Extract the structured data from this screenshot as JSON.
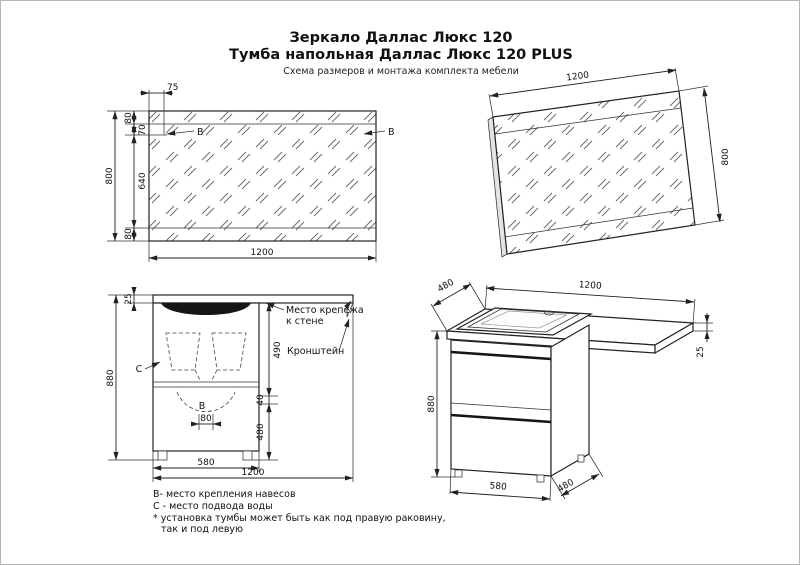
{
  "title": {
    "line1": "Зеркало Даллас Люкс 120",
    "line2": "Тумба напольная Даллас Люкс 120 PLUS",
    "subtitle": "Схема размеров и монтажа комплекта мебели"
  },
  "mirror_front": {
    "dim_offset_x": "75",
    "dim_strip_top": "80",
    "dim_hook_y": "70",
    "dim_mid": "640",
    "dim_strip_bottom": "80",
    "dim_height": "800",
    "dim_width": "1200",
    "hook_left": "В",
    "hook_right": "В"
  },
  "mirror_persp": {
    "dim_width": "1200",
    "dim_height": "800"
  },
  "cabinet_front": {
    "dim_top": "25",
    "dim_height": "880",
    "dim_upper_right": "490",
    "dim_small_right": "40",
    "dim_lower_right": "480",
    "dim_hook": "80",
    "dim_cabinet": "580",
    "dim_total": "1200",
    "hook": "В",
    "water": "С",
    "wall_mount_1": "Место крепежа",
    "wall_mount_2": "к стене",
    "bracket": "Кронштейн"
  },
  "cabinet_persp": {
    "dim_depth_top": "480",
    "dim_width": "1200",
    "dim_height": "880",
    "dim_top_thickness": "25",
    "dim_cabinet": "580",
    "dim_depth_bottom": "480"
  },
  "legend": {
    "line1": "В- место крепления навесов",
    "line2": "С - место подвода воды",
    "line3": "* установка тумбы может быть как под правую раковину,",
    "line4": "так и под левую"
  },
  "colors": {
    "ink": "#111111",
    "paper": "#ffffff"
  }
}
